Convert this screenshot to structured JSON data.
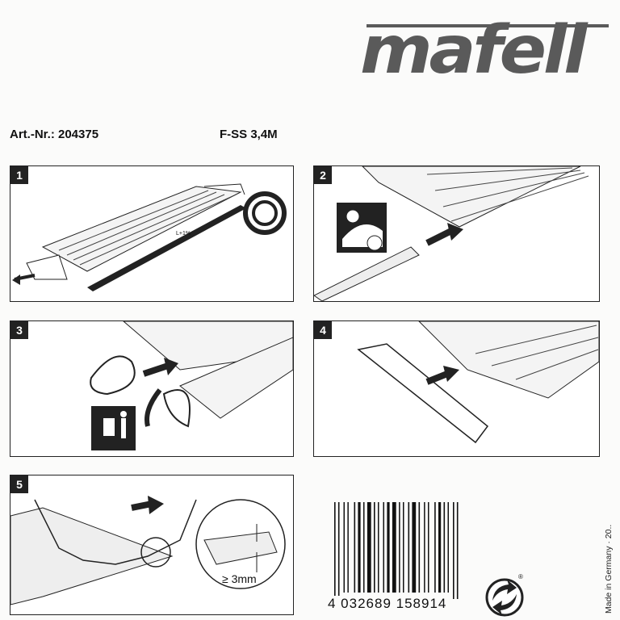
{
  "brand": {
    "logo_text": "mafell"
  },
  "header": {
    "article_number": "Art.-Nr.: 204375",
    "model": "F-SS 3,4M"
  },
  "steps": [
    {
      "number": "1",
      "label": "L+1%"
    },
    {
      "number": "2"
    },
    {
      "number": "3"
    },
    {
      "number": "4"
    },
    {
      "number": "5",
      "label": "≥ 3mm"
    }
  ],
  "barcode": {
    "digits": "4 032689 158914"
  },
  "footer": {
    "origin": "Made in Germany · 20..",
    "registered_mark": "®"
  },
  "colors": {
    "logo": "#5a5a5a",
    "ink": "#222222"
  }
}
